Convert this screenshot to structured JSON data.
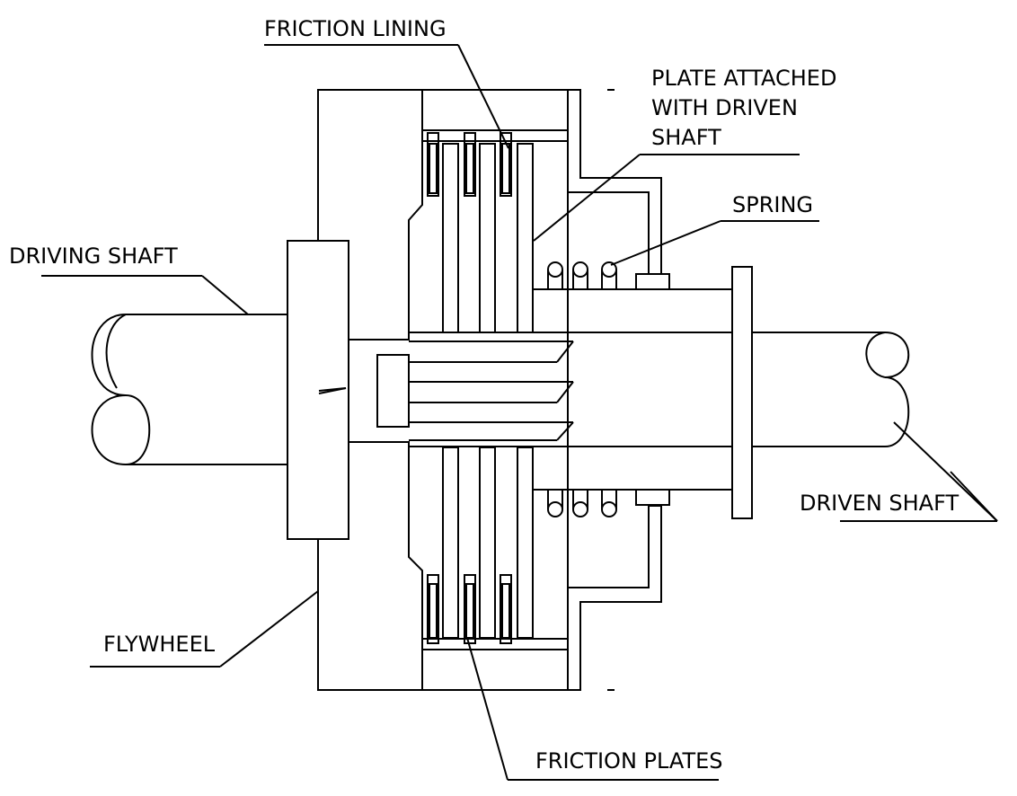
{
  "labels": {
    "friction_lining": "FRICTION LINING",
    "plate_attached_1": "PLATE ATTACHED",
    "plate_attached_2": "WITH DRIVEN",
    "plate_attached_3": "SHAFT",
    "spring": "SPRING",
    "driving_shaft": "DRIVING SHAFT",
    "driven_shaft": "DRIVEN SHAFT",
    "flywheel": "FLYWHEEL",
    "friction_plates": "FRICTION PLATES"
  },
  "colors": {
    "line": "#000000",
    "background": "#ffffff"
  }
}
